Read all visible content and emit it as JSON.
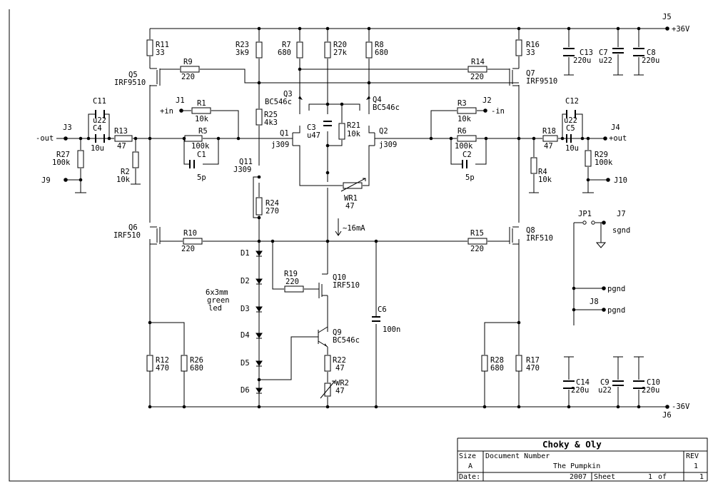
{
  "ports": {
    "J5": "J5",
    "p36": "+36V",
    "J6": "J6",
    "m36": "-36V",
    "J3": "J3",
    "out_m": "-out",
    "J9": "J9",
    "J1": "J1",
    "in_p": "+in",
    "J2": "J2",
    "in_m": "-in",
    "J4": "J4",
    "out_p": "+out",
    "J10": "J10",
    "JP1": "JP1",
    "J7": "J7",
    "sgnd": "sgnd",
    "J8": "J8",
    "pgnd": "pgnd"
  },
  "parts": {
    "R11": [
      "R11",
      "33"
    ],
    "R23": [
      "R23",
      "3k9"
    ],
    "R7": [
      "R7",
      "680"
    ],
    "R20": [
      "R20",
      "27k"
    ],
    "R8": [
      "R8",
      "680"
    ],
    "R16": [
      "R16",
      "33"
    ],
    "R9": [
      "R9",
      "220"
    ],
    "R14": [
      "R14",
      "220"
    ],
    "R1": [
      "R1",
      "10k"
    ],
    "R5": [
      "R5",
      "100k"
    ],
    "C1": [
      "C1",
      "5p"
    ],
    "R25": [
      "R25",
      "4k3"
    ],
    "R21": [
      "R21",
      "10k"
    ],
    "C3": [
      "C3",
      "u47"
    ],
    "R3": [
      "R3",
      "10k"
    ],
    "R6": [
      "R6",
      "100k"
    ],
    "C2": [
      "C2",
      "5p"
    ],
    "R13": [
      "R13",
      "47"
    ],
    "R2": [
      "R2",
      "10k"
    ],
    "R27": [
      "R27",
      "100k"
    ],
    "R18": [
      "R18",
      "47"
    ],
    "R4": [
      "R4",
      "10k"
    ],
    "R29": [
      "R29",
      "100k"
    ],
    "R24": [
      "R24",
      "270"
    ],
    "WR1": [
      "WR1",
      "47"
    ],
    "R10": [
      "R10",
      "220"
    ],
    "R15": [
      "R15",
      "220"
    ],
    "R19": [
      "R19",
      "220"
    ],
    "C6": [
      "C6",
      "100n"
    ],
    "R22": [
      "R22",
      "47"
    ],
    "WR2": [
      "WR2",
      "47"
    ],
    "R12": [
      "R12",
      "470"
    ],
    "R26": [
      "R26",
      "680"
    ],
    "R28": [
      "R28",
      "680"
    ],
    "R17": [
      "R17",
      "470"
    ],
    "C13": [
      "C13",
      "220u"
    ],
    "C7": [
      "C7",
      "u22"
    ],
    "C8": [
      "C8",
      "220u"
    ],
    "C14": [
      "C14",
      "220u"
    ],
    "C9": [
      "C9",
      "u22"
    ],
    "C10": [
      "C10",
      "220u"
    ],
    "C11": [
      "C11",
      "u22"
    ],
    "C4": [
      "C4",
      "10u"
    ],
    "C12": [
      "C12",
      "u22"
    ],
    "C5": [
      "C5",
      "10u"
    ],
    "Q5": [
      "Q5",
      "IRF9510"
    ],
    "Q7": [
      "Q7",
      "IRF9510"
    ],
    "Q3": [
      "Q3",
      "BC546c"
    ],
    "Q4": [
      "Q4",
      "BC546c"
    ],
    "Q1": [
      "Q1",
      "j309"
    ],
    "Q2": [
      "Q2",
      "j309"
    ],
    "Q11": [
      "Q11",
      "J309"
    ],
    "Q6": [
      "Q6",
      "IRF510"
    ],
    "Q8": [
      "Q8",
      "IRF510"
    ],
    "Q10": [
      "Q10",
      "IRF510"
    ],
    "Q9": [
      "Q9",
      "BC546c"
    ]
  },
  "diodes": [
    "D1",
    "D2",
    "D3",
    "D4",
    "D5",
    "D6"
  ],
  "led_note": [
    "6x3mm",
    "green",
    "led"
  ],
  "current_note": "~16mA",
  "titleblock": {
    "company": "Choky & Oly",
    "size_label": "Size",
    "size": "A",
    "docnum_label": "Document Number",
    "title": "The Pumpkin",
    "rev_label": "REV",
    "rev": "1",
    "date_label": "Date:",
    "year": "2007",
    "sheet_label": "Sheet",
    "sheet": "1",
    "of_label": "of",
    "total": "1"
  }
}
